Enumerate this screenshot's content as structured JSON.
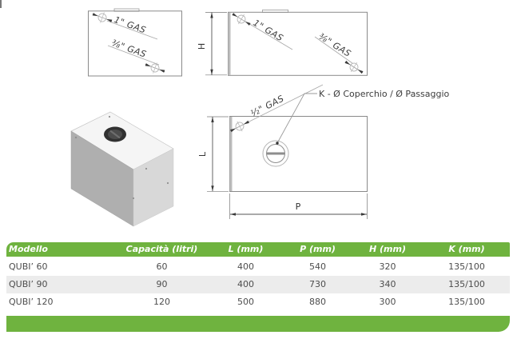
{
  "drawings": {
    "labels": {
      "gas_1": "1\" GAS",
      "gas_38": "⅜\" GAS",
      "gas_12": "½\" GAS",
      "k_note": "K - Ø Coperchio / Ø Passaggio"
    },
    "dimensions": {
      "h": "H",
      "l": "L",
      "p": "P"
    }
  },
  "table": {
    "headers": [
      "Modello",
      "Capacità (litri)",
      "L (mm)",
      "P (mm)",
      "H (mm)",
      "K (mm)"
    ],
    "rows": [
      [
        "QUBI’ 60",
        "60",
        "400",
        "540",
        "320",
        "135/100"
      ],
      [
        "QUBI’ 90",
        "90",
        "400",
        "730",
        "340",
        "135/100"
      ],
      [
        "QUBI’ 120",
        "120",
        "500",
        "880",
        "300",
        "135/100"
      ]
    ],
    "colors": {
      "header_green": "#6fb33f",
      "alt_row": "#ececec",
      "text": "#4d4d4d"
    }
  }
}
